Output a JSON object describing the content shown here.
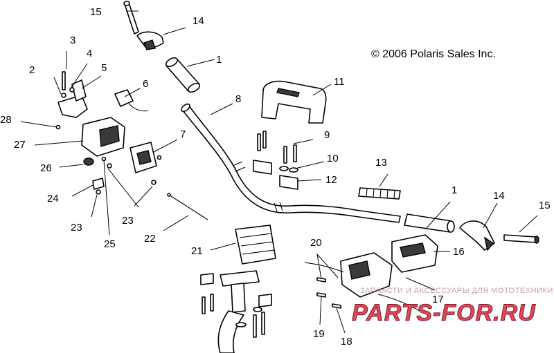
{
  "copyright": "© 2006 Polaris Sales Inc.",
  "watermark": {
    "tagline": "ЗАПЧАСТИ И АКСЕССУАРЫ ДЛЯ МОТОТЕХНИКИ",
    "brand": "PARTS-FOR.RU"
  },
  "callouts": {
    "c1a": "1",
    "c1b": "1",
    "c2": "2",
    "c3": "3",
    "c4": "4",
    "c5": "5",
    "c6": "6",
    "c7": "7",
    "c8": "8",
    "c9": "9",
    "c10": "10",
    "c11": "11",
    "c12": "12",
    "c13": "13",
    "c14a": "14",
    "c14b": "14",
    "c15a": "15",
    "c15b": "15",
    "c16": "16",
    "c17": "17",
    "c18": "18",
    "c19": "19",
    "c20": "20",
    "c21": "21",
    "c22": "22",
    "c23a": "23",
    "c23b": "23",
    "c24": "24",
    "c25": "25",
    "c26": "26",
    "c27": "27",
    "c28": "28"
  }
}
